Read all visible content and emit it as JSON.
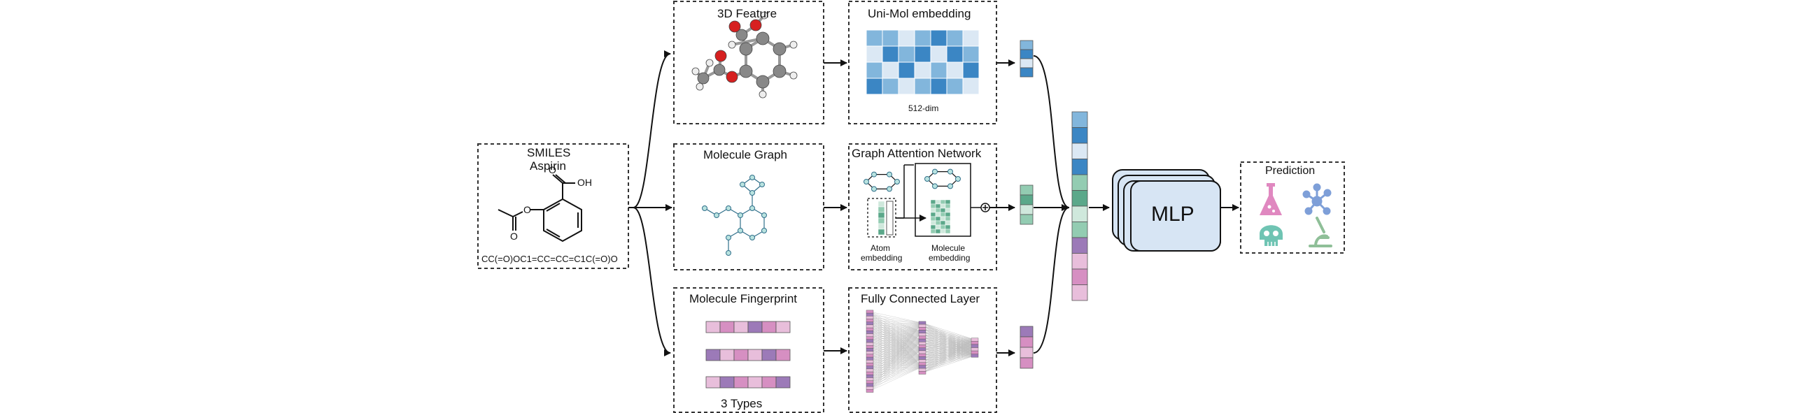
{
  "smiles_box": {
    "title": "SMILES",
    "molecule_name": "Aspirin",
    "oh_label": "OH",
    "o_label_1": "O",
    "o_label_2": "O",
    "o_label_3": "O",
    "smiles_string": "CC(=O)OC1=CC=CC=C1C(=O)O"
  },
  "branches": {
    "feature_3d": {
      "title": "3D Feature"
    },
    "molecule_graph": {
      "title": "Molecule Graph"
    },
    "fingerprint": {
      "title": "Molecule Fingerprint",
      "caption": "3 Types"
    }
  },
  "encoders": {
    "unimol": {
      "title": "Uni-Mol embedding",
      "caption": "512-dim"
    },
    "gat": {
      "title": "Graph Attention Network",
      "atom_caption_1": "Atom",
      "atom_caption_2": "embedding",
      "molecule_caption_1": "Molecule",
      "molecule_caption_2": "embedding",
      "concat_symbol": "+"
    },
    "fcl": {
      "title": "Fully Connected Layer"
    }
  },
  "mlp": {
    "label": "MLP"
  },
  "prediction": {
    "title": "Prediction"
  },
  "colors": {
    "blue_dark": "#3b86c4",
    "blue_mid": "#82b6dc",
    "blue_light": "#dbe8f4",
    "teal_dark": "#5ba88a",
    "teal_mid": "#93ccb2",
    "teal_light": "#cfe8dc",
    "purple": "#9c7ab8",
    "pink": "#d68fc2",
    "pink_light": "#e8bedb",
    "mlp_fill": "#d7e5f4",
    "icon_pink": "#e088c0",
    "icon_blue": "#7e9fd8",
    "icon_teal": "#6fc4b3",
    "icon_green": "#8fbf98"
  }
}
